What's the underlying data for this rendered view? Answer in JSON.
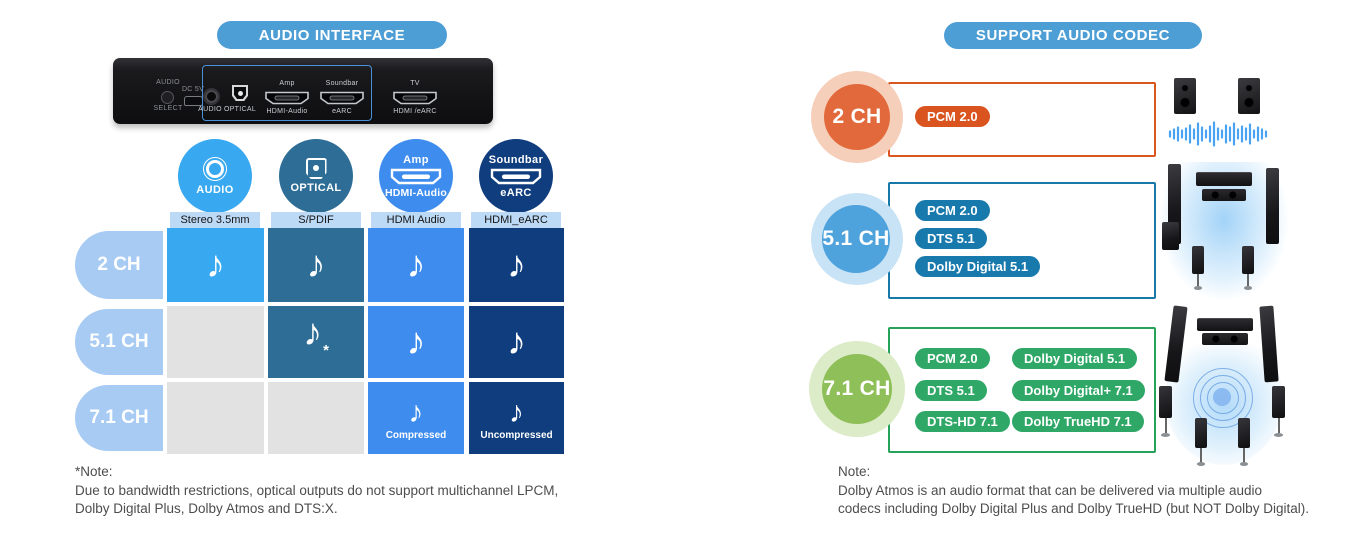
{
  "icons": {
    "note": "♪"
  },
  "left": {
    "title": "AUDIO INTERFACE",
    "device": {
      "select_top": "AUDIO",
      "select_bottom": "SELECT",
      "dc_label": "DC 5V",
      "jack_label": "AUDIO",
      "optical_label": "OPTICAL",
      "hdmi_audio_top": "Amp",
      "hdmi_audio_bottom": "HDMI-Audio",
      "earc_top": "Soundbar",
      "earc_bottom": "eARC",
      "tv_top": "TV",
      "tv_bottom": "HDMI /eARC"
    },
    "columns": [
      {
        "name": "AUDIO",
        "sub_label": "Stereo 3.5mm",
        "color": "#38A8F0"
      },
      {
        "name": "OPTICAL",
        "sub_label": "S/PDIF",
        "color": "#2E6E96"
      },
      {
        "top": "Amp",
        "name": "HDMI-Audio",
        "sub_label": "HDMI Audio",
        "color": "#3E8CEE"
      },
      {
        "top": "Soundbar",
        "name": "eARC",
        "sub_label": "HDMI_eARC",
        "color": "#0F3D7D"
      }
    ],
    "rows": [
      {
        "label": "2 CH"
      },
      {
        "label": "5.1 CH",
        "optical_asterisk": "*"
      },
      {
        "label": "7.1 CH",
        "compressed_caption": "Compressed",
        "uncompressed_caption": "Uncompressed"
      }
    ],
    "note": {
      "title": "*Note:",
      "line1": "Due to bandwidth restrictions, optical outputs do not support multichannel LPCM,",
      "line2": "Dolby Digital Plus, Dolby Atmos and DTS:X."
    }
  },
  "right": {
    "title": "SUPPORT AUDIO CODEC",
    "groups": [
      {
        "channel": "2 CH",
        "circle_color": "#E2693B",
        "halo_color": "#F6CFBA",
        "border_color": "#D9571E",
        "codecs": [
          "PCM 2.0"
        ]
      },
      {
        "channel": "5.1 CH",
        "circle_color": "#4FA3DC",
        "halo_color": "#C9E3F6",
        "border_color": "#1879A8",
        "codecs": [
          "PCM 2.0",
          "DTS 5.1",
          "Dolby Digital 5.1"
        ]
      },
      {
        "channel": "7.1 CH",
        "circle_color": "#8FBF58",
        "halo_color": "#DCEBC8",
        "border_color": "#27A25B",
        "codecs_left": [
          "PCM 2.0",
          "DTS 5.1",
          "DTS-HD 7.1"
        ],
        "codecs_right": [
          "Dolby Digital 5.1",
          "Dolby Digital+ 7.1",
          "Dolby TrueHD 7.1"
        ]
      }
    ],
    "note": {
      "title": "Note:",
      "line1": "Dolby Atmos is an audio format that can be delivered via multiple audio",
      "line2": "codecs including Dolby Digital Plus and Dolby TrueHD (but NOT Dolby Digital)."
    }
  }
}
